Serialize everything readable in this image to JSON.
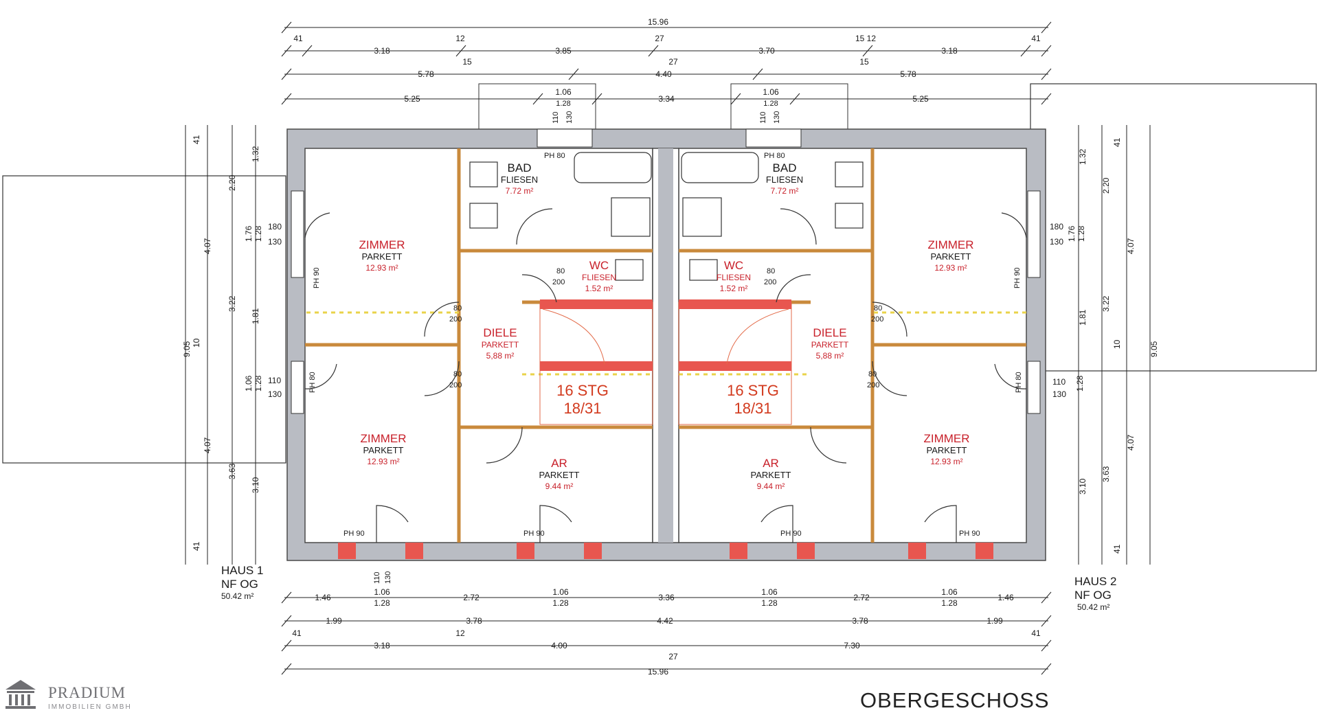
{
  "title": "OBERGESCHOSS",
  "logo": {
    "name": "PRADIUM",
    "sub": "IMMOBILIEN GMBH",
    "icon": "building-columns-icon"
  },
  "houses": [
    {
      "name": "HAUS 1",
      "level": "NF OG",
      "area": "50.42 m²"
    },
    {
      "name": "HAUS 2",
      "level": "NF OG",
      "area": "50.42 m²"
    }
  ],
  "rooms": {
    "h1_zimmer_top": {
      "name": "ZIMMER",
      "floor": "PARKETT",
      "area": "12.93 m²"
    },
    "h1_zimmer_bottom": {
      "name": "ZIMMER",
      "floor": "PARKETT",
      "area": "12.93 m²"
    },
    "h1_bad": {
      "name": "BAD",
      "floor": "FLIESEN",
      "area": "7.72 m²"
    },
    "h1_wc": {
      "name": "WC",
      "floor": "FLIESEN",
      "area": "1.52 m²"
    },
    "h1_diele": {
      "name": "DIELE",
      "floor": "PARKETT",
      "area": "5,88 m²"
    },
    "h1_ar": {
      "name": "AR",
      "floor": "PARKETT",
      "area": "9.44 m²"
    },
    "h2_zimmer_top": {
      "name": "ZIMMER",
      "floor": "PARKETT",
      "area": "12.93 m²"
    },
    "h2_zimmer_bottom": {
      "name": "ZIMMER",
      "floor": "PARKETT",
      "area": "12.93 m²"
    },
    "h2_bad": {
      "name": "BAD",
      "floor": "FLIESEN",
      "area": "7.72 m²"
    },
    "h2_wc": {
      "name": "WC",
      "floor": "FLIESEN",
      "area": "1.52 m²"
    },
    "h2_diele": {
      "name": "DIELE",
      "floor": "PARKETT",
      "area": "5,88 m²"
    },
    "h2_ar": {
      "name": "AR",
      "floor": "PARKETT",
      "area": "9.44 m²"
    }
  },
  "stairs": [
    {
      "steps": "16 STG",
      "ratio": "18/31"
    },
    {
      "steps": "16 STG",
      "ratio": "18/31"
    }
  ],
  "top_dims": {
    "total": "15.96",
    "row2": [
      "41",
      "3.18",
      "12",
      "3.85",
      "27",
      "3.70",
      "15 12",
      "3.18",
      "41"
    ],
    "row2b": [
      "15",
      "27",
      "15"
    ],
    "row3": [
      "5.78",
      "4.40",
      "5.78"
    ],
    "row4": [
      "5.25",
      "1.06",
      "3.34",
      "1.06",
      "5.25"
    ],
    "openings": [
      "1.28",
      "110",
      "130",
      "1.28",
      "110",
      "130"
    ]
  },
  "bottom_dims": {
    "row1": [
      "1.46",
      "1.06",
      "2.72",
      "1.06",
      "3.36",
      "1.06",
      "2.72",
      "1.06",
      "1.46"
    ],
    "row1b": [
      "1.28",
      "1.28",
      "1.28",
      "1.28"
    ],
    "row2": [
      "1.99",
      "3.78",
      "4.42",
      "3.78",
      "1.99"
    ],
    "row3": [
      "41",
      "3.18",
      "12",
      "4.00",
      "27",
      "7.30",
      "41"
    ],
    "total": "15.96",
    "openings": [
      "110",
      "130"
    ]
  },
  "left_dims": [
    "41",
    "1.32",
    "2.20",
    "4.07",
    "1.76",
    "1.28",
    "180",
    "130",
    "3.22",
    "1.81",
    "9.05",
    "10",
    "1.06",
    "1.28",
    "110",
    "130",
    "4.07",
    "3.63",
    "3.10",
    "41"
  ],
  "right_dims": [
    "1.32",
    "41",
    "2.20",
    "4.07",
    "1.76",
    "1.28",
    "180",
    "130",
    "3.22",
    "1.81",
    "9.05",
    "10",
    "110",
    "130",
    "1.28",
    "4.07",
    "3.63",
    "3.10",
    "41"
  ],
  "door_labels": [
    "80",
    "200"
  ],
  "window_labels": [
    "PH 90",
    "PH 80"
  ],
  "colors": {
    "wall": "#b9bcc3",
    "inner_wall": "#c98a3c",
    "red_text": "#c8202a",
    "stair_red": "#d23a1e",
    "window_red": "#e8564f",
    "highlight_yellow": "#e9d34a"
  }
}
